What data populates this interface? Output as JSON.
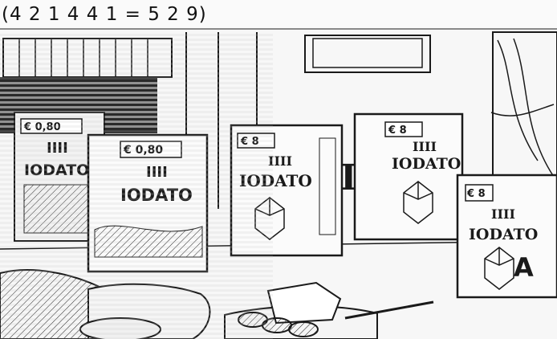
{
  "formula": "(4 2 1 4 4 1 = 5 2 9)",
  "boxes": [
    {
      "price": "€ 0,80",
      "bars": "IIII",
      "brand": "IODATO",
      "marker": ""
    },
    {
      "price": "€ 0,80",
      "bars": "IIII",
      "brand": "IODATO",
      "marker": ""
    },
    {
      "price": "€ 8",
      "bars": "IIII",
      "brand": "IODATO",
      "marker": ""
    },
    {
      "price": "€ 8",
      "bars": "IIII",
      "brand": "IODATO",
      "marker": ""
    },
    {
      "price": "€ 8",
      "bars": "IIII",
      "brand": "IODATO",
      "marker": "A"
    }
  ],
  "separator_letter": "I",
  "style": {
    "ink": "#1a1a1a",
    "paper": "#fafafa",
    "stripe": "#c9c9c9"
  }
}
